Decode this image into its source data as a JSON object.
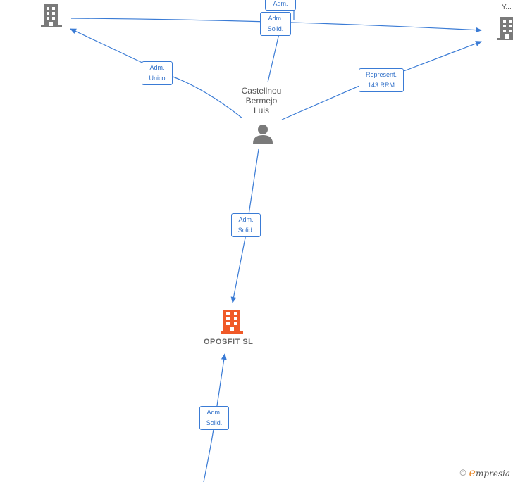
{
  "nodes": {
    "person": {
      "name_lines": [
        "Castellnou",
        "Bermejo",
        "Luis"
      ]
    },
    "company_main": {
      "name": "OPOSFIT  SL"
    },
    "company_right": {
      "name": "Y..."
    }
  },
  "edges": {
    "top_a_line1": "Adm.",
    "top_b_line1": "Adm.",
    "top_b_line2": "Solid.",
    "left_line1": "Adm.",
    "left_line2": "Unico",
    "right_line1": "Represent.",
    "right_line2": "143 RRM",
    "mid_line1": "Adm.",
    "mid_line2": "Solid.",
    "bottom_line1": "Adm.",
    "bottom_line2": "Solid."
  },
  "footer": {
    "copyright": "©",
    "brand_initial": "e",
    "brand_rest": "mpresia"
  },
  "colors": {
    "edge": "#3a7bd5",
    "building_gray": "#7a7a7a",
    "building_main": "#f05a28"
  }
}
